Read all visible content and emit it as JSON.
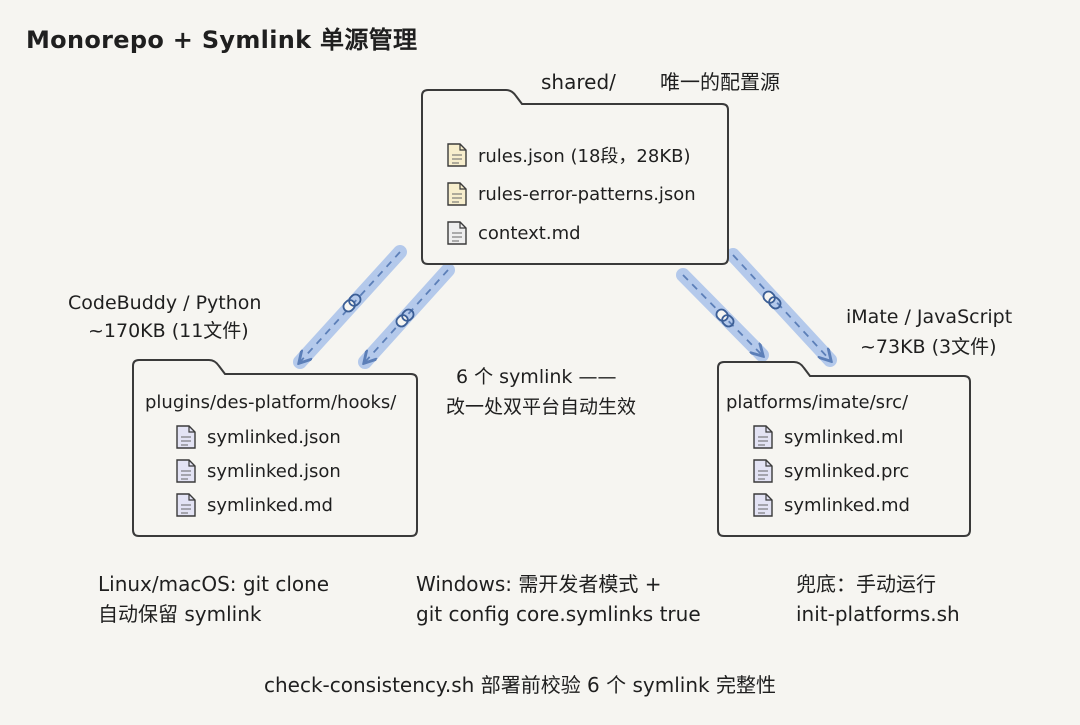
{
  "title": "Monorepo + Symlink 单源管理",
  "shared": {
    "heading": "shared/",
    "subheading": "唯一的配置源",
    "files": [
      {
        "name": "rules.json (18段，28KB)",
        "icon": "document-icon",
        "color": "#f7eecd"
      },
      {
        "name": "rules-error-patterns.json",
        "icon": "document-icon",
        "color": "#f7eecd"
      },
      {
        "name": "context.md",
        "icon": "document-icon",
        "color": "#eeeeee"
      }
    ]
  },
  "left": {
    "caption_line1": "CodeBuddy / Python",
    "caption_line2": "~170KB (11文件)",
    "path": "plugins/des-platform/hooks/",
    "files": [
      {
        "name": "symlinked.json",
        "icon": "document-icon",
        "color": "#e3e3f4"
      },
      {
        "name": "symlinked.json",
        "icon": "document-icon",
        "color": "#e3e3f4"
      },
      {
        "name": "symlinked.md",
        "icon": "document-icon",
        "color": "#e3e3f4"
      }
    ]
  },
  "right": {
    "caption_line1": "iMate / JavaScript",
    "caption_line2": "~73KB (3文件)",
    "path": "platforms/imate/src/",
    "files": [
      {
        "name": "symlinked.ml",
        "icon": "document-icon",
        "color": "#e3e3f4"
      },
      {
        "name": "symlinked.prc",
        "icon": "document-icon",
        "color": "#e3e3f4"
      },
      {
        "name": "symlinked.md",
        "icon": "document-icon",
        "color": "#e3e3f4"
      }
    ]
  },
  "center_note": {
    "line1": "6 个 symlink ——",
    "line2": "改一处双平台自动生效"
  },
  "notes": {
    "linux_line1": "Linux/macOS: git clone",
    "linux_line2": "自动保留 symlink",
    "windows_line1": "Windows: 需开发者模式 +",
    "windows_line2": "git config core.symlinks true",
    "fallback_line1": "兜底：手动运行",
    "fallback_line2": "init-platforms.sh"
  },
  "footer": "check-consistency.sh 部署前校验 6 个 symlink 完整性",
  "colors": {
    "arrow": "#a9c2ea",
    "arrow_dash": "#5c7fb8",
    "stroke": "#3a3a3a",
    "background": "#f6f5f1"
  }
}
